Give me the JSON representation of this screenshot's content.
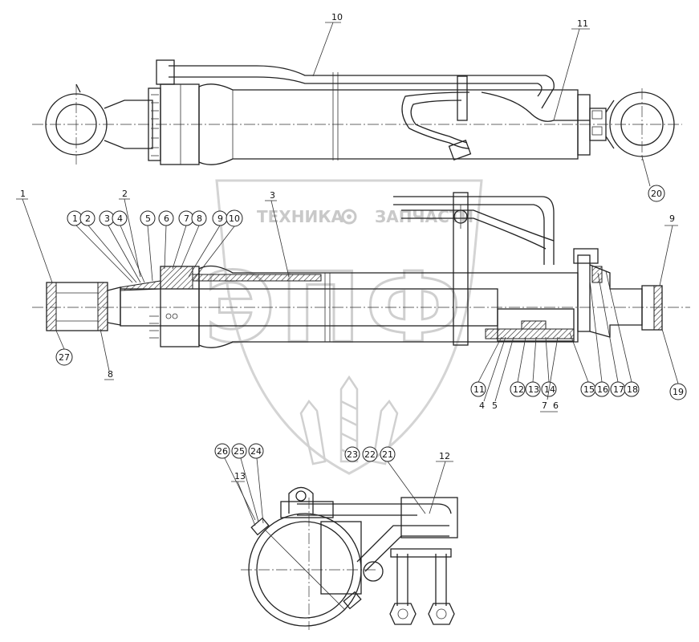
{
  "watermark": {
    "left_text": "ТЕХНИКА",
    "right_text": "ЗАПЧАСТИ",
    "logo_letters": "ЭПФ"
  },
  "callouts": {
    "top_view": [
      "10",
      "11",
      "20"
    ],
    "section_view_top_row": [
      "1",
      "2",
      "3",
      "1",
      "2",
      "3",
      "4",
      "5",
      "6",
      "7",
      "8",
      "9",
      "10",
      "9"
    ],
    "section_view_bottom_row": [
      "27",
      "8",
      "11",
      "4",
      "5",
      "12",
      "13",
      "14",
      "7",
      "6",
      "15",
      "16",
      "17",
      "18",
      "19"
    ],
    "clamp_view": [
      "26",
      "25",
      "24",
      "13",
      "23",
      "22",
      "21",
      "12"
    ]
  }
}
